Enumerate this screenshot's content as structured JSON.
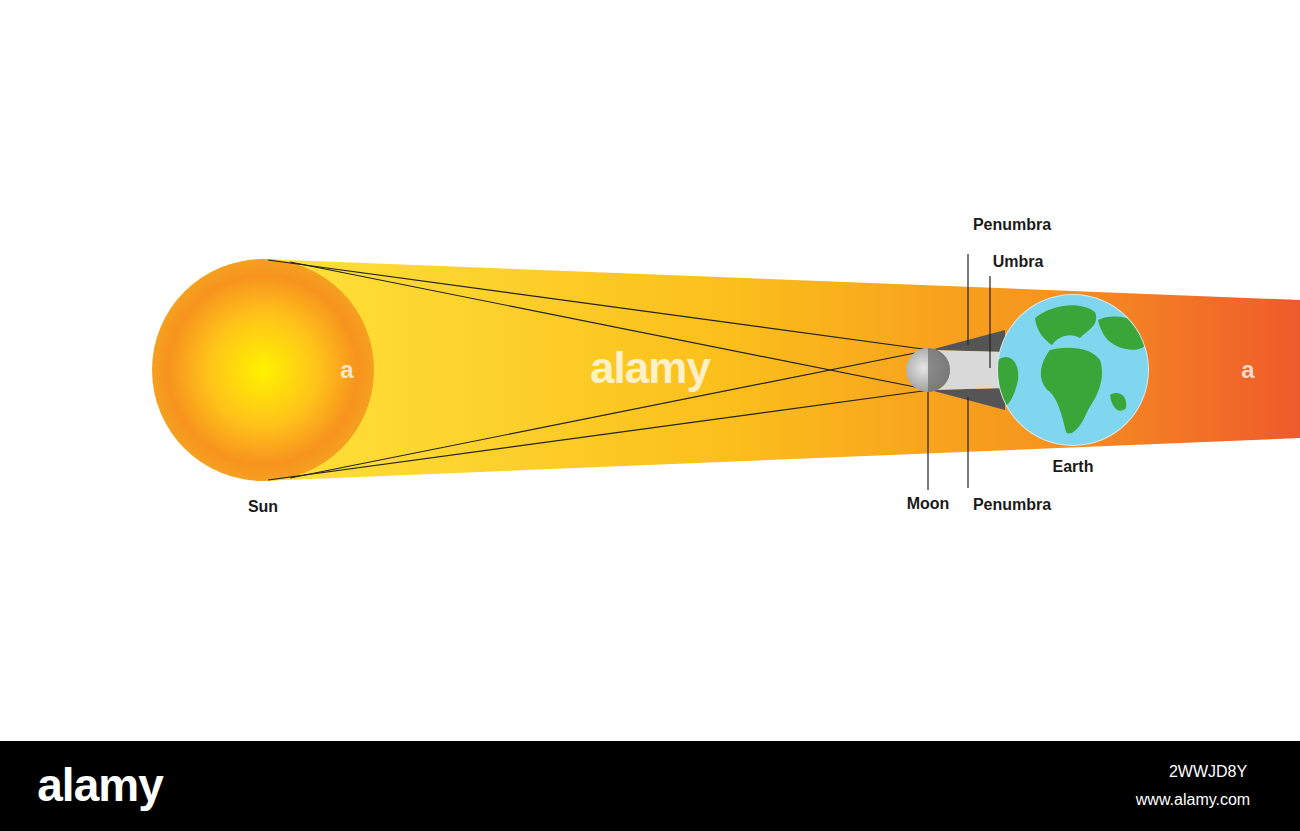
{
  "diagram": {
    "nodes": [
      {
        "text": [
          "Sun"
        ]
      },
      {
        "text": [
          "Moon"
        ]
      },
      {
        "text": [
          "Earth"
        ]
      }
    ],
    "labels": [
      "Penumbra",
      "Umbra",
      "Penumbra",
      "alamy",
      "a",
      "a",
      "alamy",
      "2WWJD8Y",
      "www.alamy.com"
    ]
  }
}
